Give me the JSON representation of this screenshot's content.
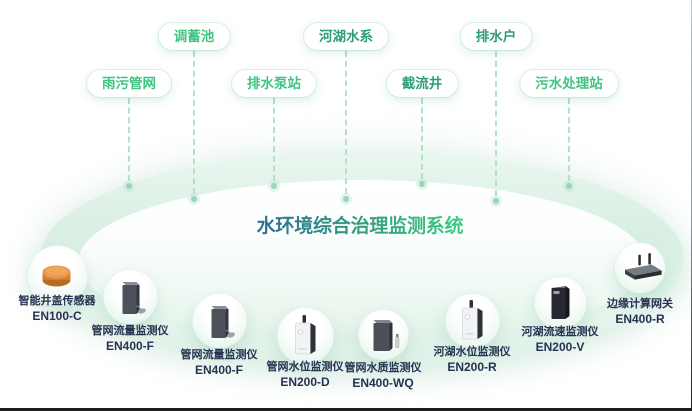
{
  "title": {
    "text": "水环境综合治理监测系统",
    "gradient_from": "#2f6f97",
    "gradient_to": "#3ecb86"
  },
  "colors": {
    "pill_green_bright": "#3fc581",
    "pill_green_deep": "#2e9e74",
    "ring_green": "#d9efe3",
    "connector_green": "#b7dfcc",
    "label_navy": "#273251",
    "manhole_orange": "#e8953f"
  },
  "source_nodes": [
    {
      "label": "雨污管网",
      "color": "#3fc581"
    },
    {
      "label": "调蓄池",
      "color": "#3fc581"
    },
    {
      "label": "排水泵站",
      "color": "#3fc581"
    },
    {
      "label": "河湖水系",
      "color": "#2e9e74"
    },
    {
      "label": "截流井",
      "color": "#2e9e74"
    },
    {
      "label": "排水户",
      "color": "#2e9e74"
    },
    {
      "label": "污水处理站",
      "color": "#3fc581"
    }
  ],
  "devices": [
    {
      "name": "智能井盖传感器",
      "model": "EN100-C",
      "icon": "manhole-sensor-icon"
    },
    {
      "name": "管网流量监测仪",
      "model": "EN400-F",
      "icon": "dark-cabinet-clamp-icon"
    },
    {
      "name": "管网流量监测仪",
      "model": "EN400-F",
      "icon": "dark-cabinet-clamp-icon"
    },
    {
      "name": "管网水位监测仪",
      "model": "EN200-D",
      "icon": "white-cabinet-antenna-icon"
    },
    {
      "name": "管网水质监测仪",
      "model": "EN400-WQ",
      "icon": "dark-cabinet-probe-icon"
    },
    {
      "name": "河湖水位监测仪",
      "model": "EN200-R",
      "icon": "white-cabinet-antenna-icon"
    },
    {
      "name": "河湖流速监测仪",
      "model": "EN200-V",
      "icon": "black-cabinet-icon"
    },
    {
      "name": "边缘计算网关",
      "model": "EN400-R",
      "icon": "router-antennas-icon"
    }
  ]
}
